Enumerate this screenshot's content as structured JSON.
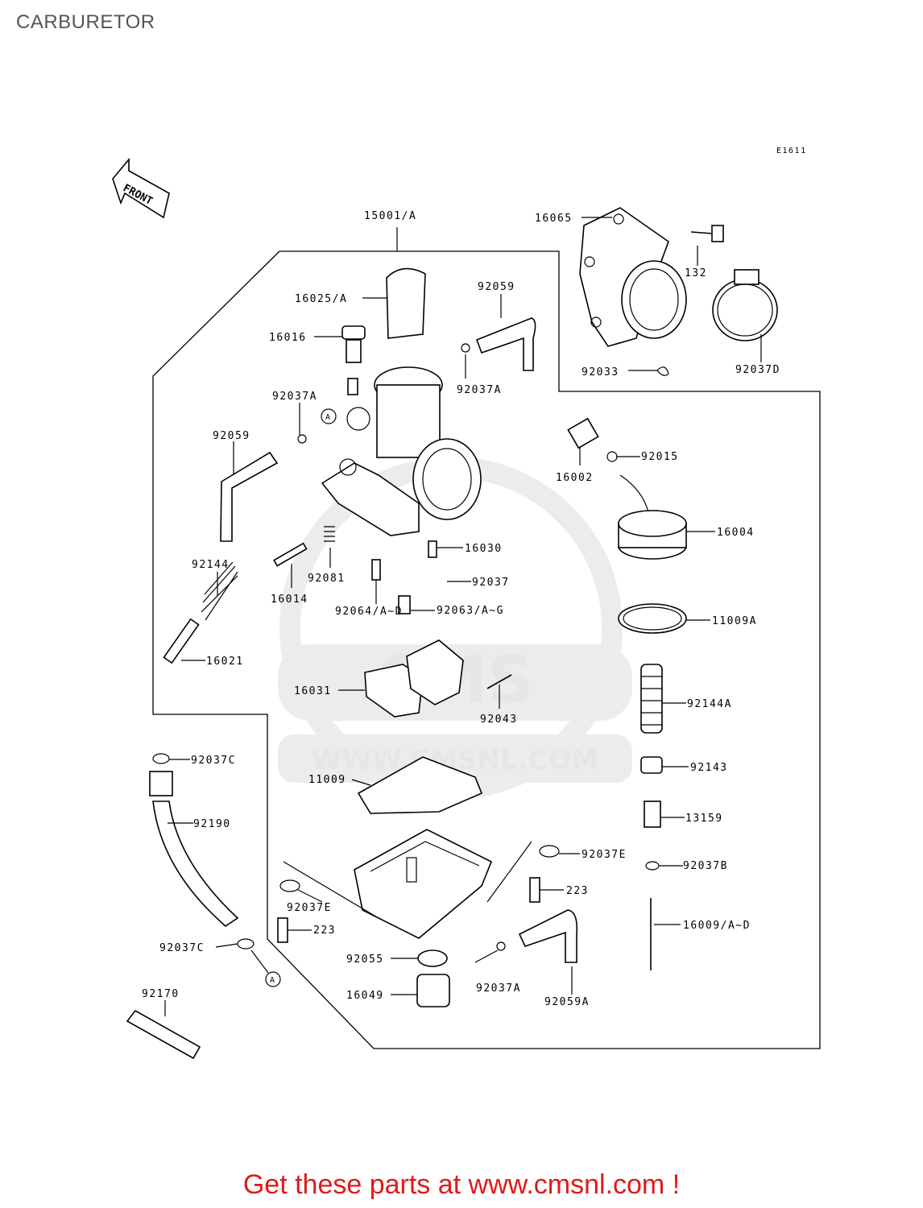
{
  "page": {
    "title": "CARBURETOR"
  },
  "diagram": {
    "ref_code": "E1611",
    "front_label": "FRONT",
    "callouts": {
      "c15001": "15001/A",
      "c16065": "16065",
      "c132": "132",
      "c16025": "16025/A",
      "c92059_top": "92059",
      "c16016": "16016",
      "c92037a_top": "92037A",
      "c92033": "92033",
      "c92037d": "92037D",
      "c92037a_left": "92037A",
      "c92059_left": "92059",
      "c16002": "16002",
      "c92015": "92015",
      "c16004": "16004",
      "c16030": "16030",
      "c92144": "92144",
      "c92081": "92081",
      "c16014": "16014",
      "c92037": "92037",
      "c92063": "92063/A~G",
      "c92064": "92064/A~D",
      "c11009a": "11009A",
      "c16021": "16021",
      "c16031": "16031",
      "c92043": "92043",
      "c92144a": "92144A",
      "c92037c_top": "92037C",
      "c11009": "11009",
      "c92143": "92143",
      "c92190": "92190",
      "c13159": "13159",
      "c92037e_right": "92037E",
      "c92037b": "92037B",
      "c223_right": "223",
      "c92037e_left": "92037E",
      "c223_left": "223",
      "c16009": "16009/A~D",
      "c92037c_bot": "92037C",
      "c92055": "92055",
      "c92037a_bot": "92037A",
      "c16049": "16049",
      "c92059a": "92059A",
      "c92170": "92170"
    },
    "ref_marker": "A"
  },
  "watermark": {
    "text": "WWW.CMSNL.COM",
    "logo": "CMS"
  },
  "footer": {
    "cta": "Get these parts at www.cmsnl.com !"
  },
  "colors": {
    "cta": "#e01a1a",
    "watermark": "#e6e6e6",
    "ink": "#000000"
  }
}
